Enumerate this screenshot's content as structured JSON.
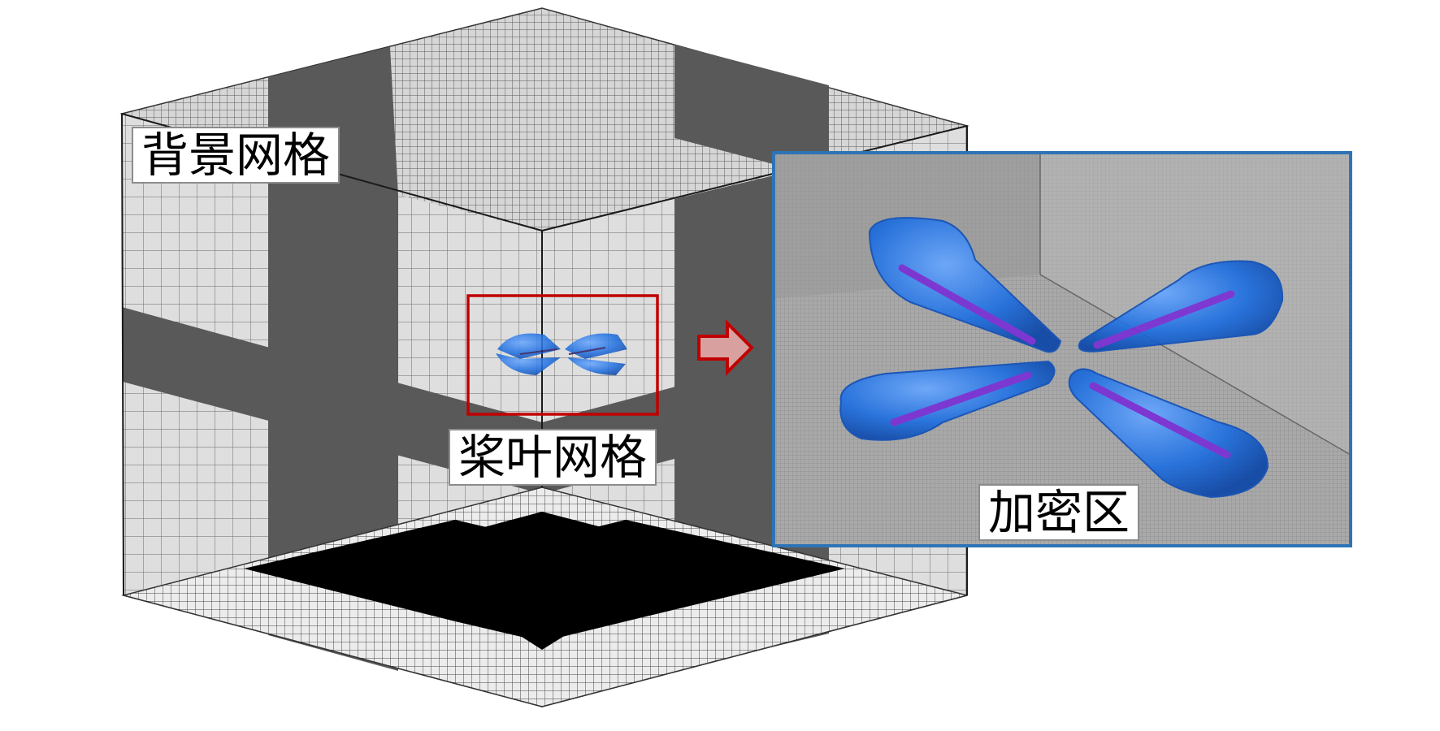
{
  "labels": {
    "background_mesh": "背景网格",
    "blade_mesh": "桨叶网格",
    "refinement_zone": "加密区"
  },
  "colors": {
    "mesh_face_light": "#dedede",
    "mesh_face_dark": "#595959",
    "floor_dark": "#000000",
    "highlight_box": "#c00000",
    "inset_border": "#2e74b5",
    "blade_fill": "#1f6fe0",
    "blade_core": "#8a2be2",
    "inset_background": "#a8a8a8"
  }
}
